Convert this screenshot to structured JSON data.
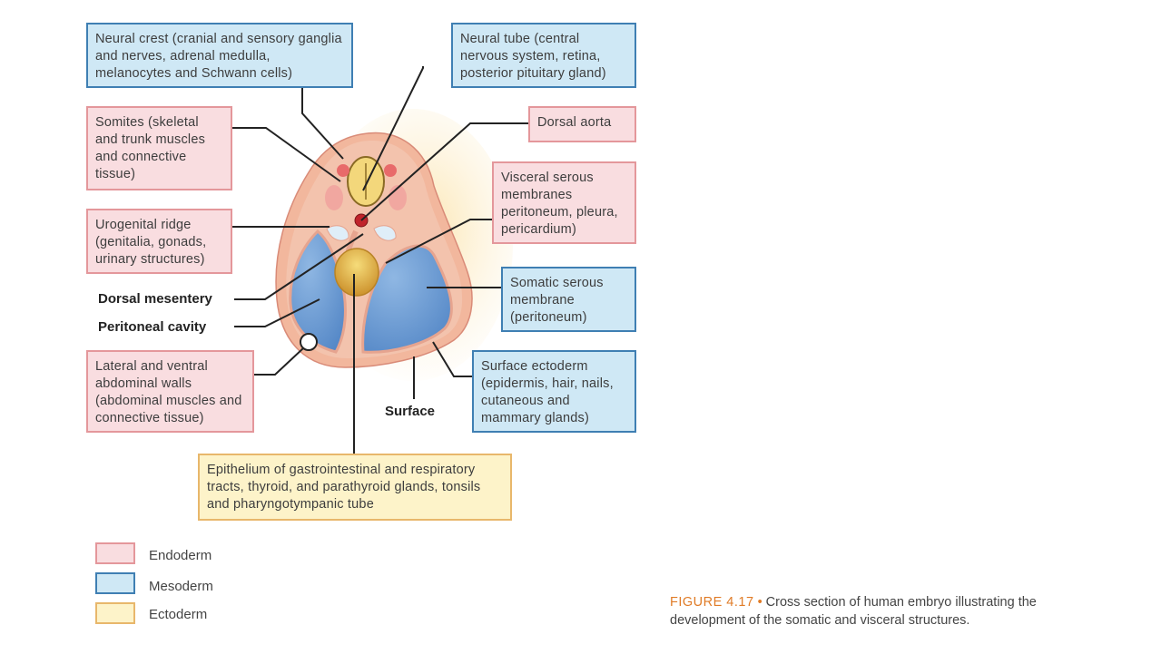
{
  "labels": {
    "neural_crest": "Neural crest (cranial and sensory ganglia and nerves, adrenal medulla, melanocytes and Schwann cells)",
    "neural_tube": "Neural tube (central nervous system, retina, posterior pituitary gland)",
    "somites": "Somites (skeletal and trunk muscles and connective tissue)",
    "dorsal_aorta": "Dorsal aorta",
    "visceral_serous": "Visceral serous membranes peritoneum, pleura, pericardium)",
    "urogenital_ridge": "Urogenital ridge (genitalia, gonads, urinary structures)",
    "somatic_serous": "Somatic serous membrane (peritoneum)",
    "dorsal_mesentery": "Dorsal mesentery",
    "peritoneal_cavity": "Peritoneal cavity",
    "lateral_ventral": "Lateral and ventral abdominal walls (abdominal muscles and connective tissue)",
    "surface_ectoderm": "Surface ectoderm (epidermis, hair, nails, cutaneous and mammary glands)",
    "surface": "Surface",
    "epithelium": "Epithelium of gastrointestinal and respiratory tracts, thyroid, and parathyroid glands, tonsils and pharyngotympanic tube"
  },
  "legend": [
    {
      "label": "Endoderm",
      "color": "#f9dde0",
      "border": "#e4979b"
    },
    {
      "label": "Mesoderm",
      "color": "#cfe8f5",
      "border": "#3f7fb3"
    },
    {
      "label": "Ectoderm",
      "color": "#fdf3c9",
      "border": "#e8b76b"
    }
  ],
  "caption": {
    "figure": "FIGURE 4.17",
    "bullet": "•",
    "text": "Cross section of human embryo illustrating the development of the somatic and visceral structures."
  }
}
